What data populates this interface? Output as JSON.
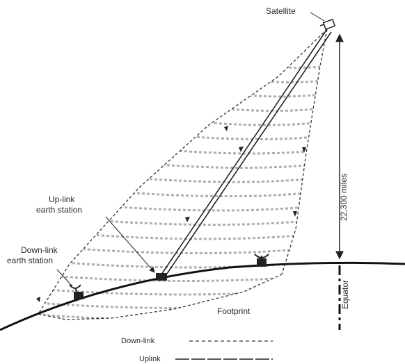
{
  "labels": {
    "satellite": "Satellite",
    "distance": "22,300 miles",
    "uplink_station_line1": "Up-link",
    "uplink_station_line2": "earth station",
    "downlink_station_line1": "Down-link",
    "downlink_station_line2": "earth station",
    "footprint": "Footprint",
    "equator": "Equator"
  },
  "legend": {
    "downlink": "Down-link",
    "uplink": "Uplink"
  }
}
